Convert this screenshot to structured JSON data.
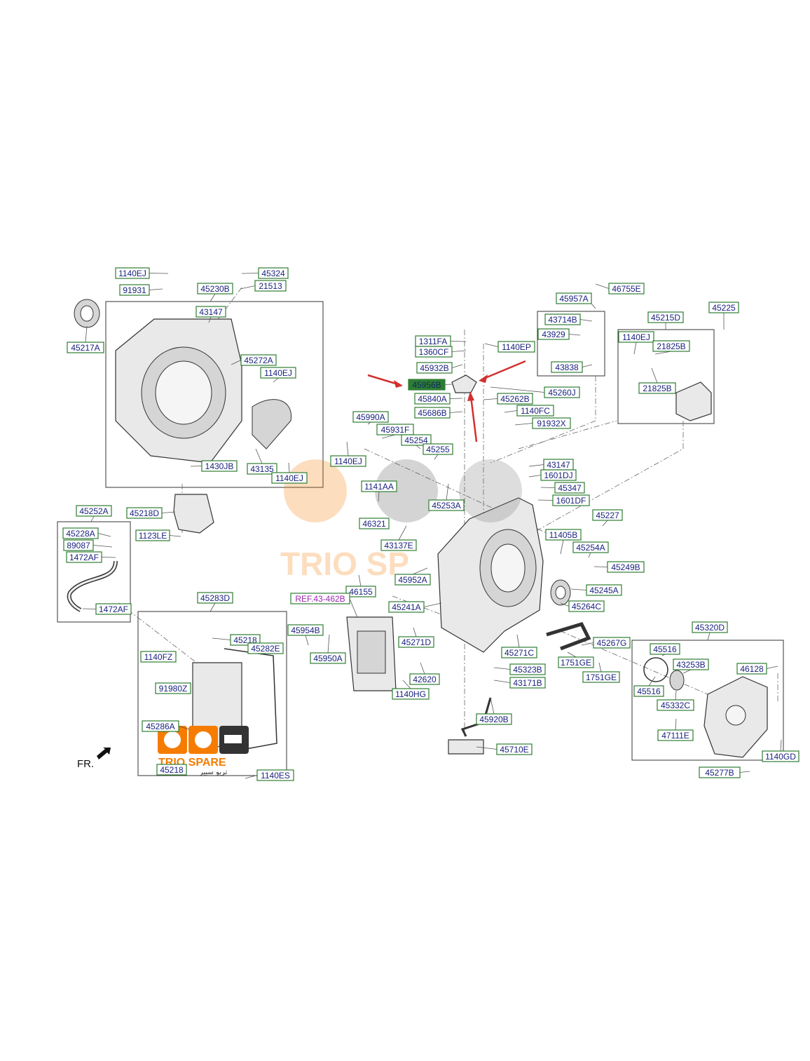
{
  "direction_label": "FR.",
  "watermark": {
    "brand": "TRIO SPARE",
    "brand_arabic": "تريو سبير",
    "center_text": "TRIO SP"
  },
  "colors": {
    "label_border": "#2e7d32",
    "label_text": "#1a237e",
    "highlight_fill": "#2e7d32",
    "ref_text": "#9c27b0",
    "arrow": "#d32f2f",
    "watermark_orange": "#f57c00"
  },
  "highlighted_part": "45956B",
  "reference_label": "REF.43-462B",
  "labels": [
    "1140EJ",
    "45324",
    "91931",
    "21513",
    "45230B",
    "43147",
    "45217A",
    "45272A",
    "1140EJ",
    "43135",
    "1140EJ",
    "1430JB",
    "45218D",
    "1123LE",
    "45252A",
    "45228A",
    "89087",
    "1472AF",
    "1472AF",
    "1311FA",
    "1360CF",
    "1140EP",
    "45932B",
    "45956B",
    "45840A",
    "45686B",
    "45260J",
    "45262B",
    "1140FC",
    "91932X",
    "45957A",
    "46755E",
    "43714B",
    "43929",
    "43838",
    "45215D",
    "45225",
    "1140EJ",
    "21825B",
    "21825B",
    "45990A",
    "45931F",
    "45254",
    "45255",
    "1140EJ",
    "1141AA",
    "45253A",
    "46321",
    "43137E",
    "46155",
    "45952A",
    "45241A",
    "43147",
    "1601DJ",
    "45347",
    "1601DF",
    "45227",
    "11405B",
    "45254A",
    "45249B",
    "45245A",
    "45264C",
    "45267G",
    "1751GE",
    "1751GE",
    "45271C",
    "45323B",
    "43171B",
    "45920B",
    "45710E",
    "45271D",
    "42620",
    "1140HG",
    "45954B",
    "45950A",
    "45283D",
    "45218",
    "45282E",
    "1140FZ",
    "91980Z",
    "45286A",
    "45218",
    "1140ES",
    "45320D",
    "45516",
    "43253B",
    "46128",
    "45516",
    "45332C",
    "47111E",
    "1140GD",
    "45277B"
  ]
}
